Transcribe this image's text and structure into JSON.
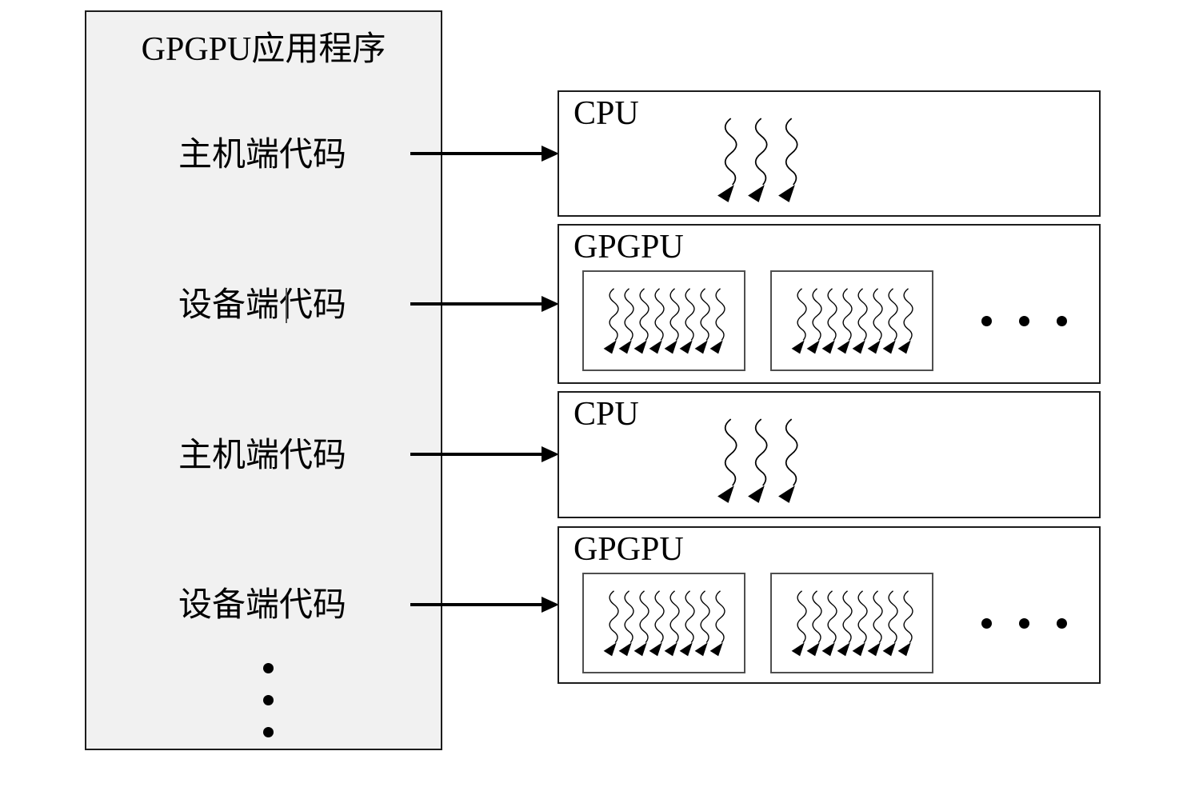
{
  "left_panel": {
    "title": "GPGPU应用程序",
    "items": [
      {
        "label": "主机端代码"
      },
      {
        "label": "设备端代码"
      },
      {
        "label": "主机端代码"
      },
      {
        "label": "设备端代码"
      }
    ],
    "ellipsis_dots": 3
  },
  "right_panels": [
    {
      "label": "CPU",
      "threads": 3
    },
    {
      "label": "GPGPU",
      "blocks": [
        {
          "threads": 8
        },
        {
          "threads": 8
        }
      ],
      "ellipsis_dots": 3
    },
    {
      "label": "CPU",
      "threads": 3
    },
    {
      "label": "GPGPU",
      "blocks": [
        {
          "threads": 8
        },
        {
          "threads": 8
        }
      ],
      "ellipsis_dots": 3
    }
  ],
  "colors": {
    "panel_background": "#f1f1f1",
    "border": "#1c1c1c",
    "inner_border": "#4f4f4f",
    "text": "#000000"
  }
}
